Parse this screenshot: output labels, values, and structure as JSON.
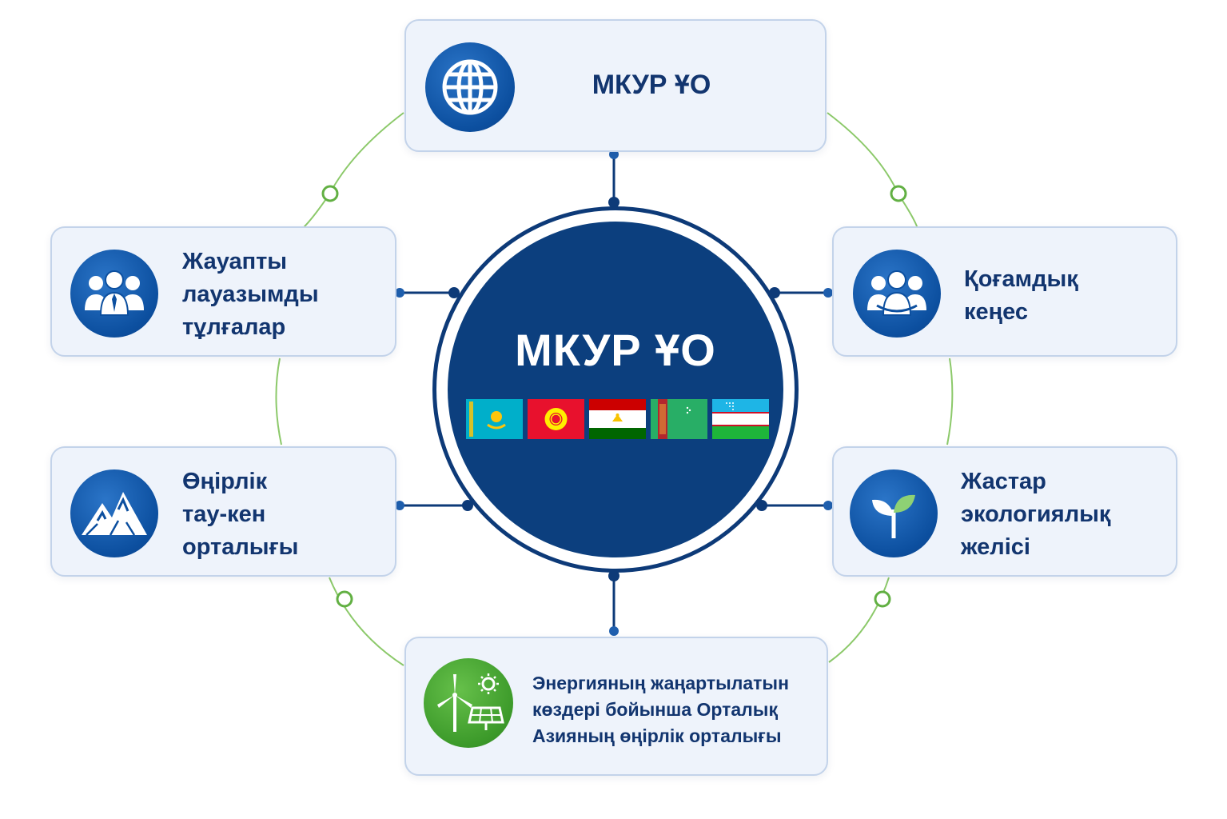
{
  "hub": {
    "title": "МКУР ҰО",
    "flags": [
      "kazakhstan-flag",
      "kyrgyzstan-flag",
      "tajikistan-flag",
      "turkmenistan-flag",
      "uzbekistan-flag"
    ]
  },
  "cards": {
    "top": {
      "label": "МКУР ҰО",
      "icon": "globe-icon"
    },
    "left_upper": {
      "label": "Жауапты\nлауазымды\nтұлғалар",
      "icon": "officials-group-icon"
    },
    "right_upper": {
      "label": "Қоғамдық\nкеңес",
      "icon": "public-council-icon"
    },
    "left_lower": {
      "label": "Өңірлік\nтау-кен\nорталығы",
      "icon": "mountains-icon"
    },
    "right_lower": {
      "label": "Жастар\nэкологиялық\nжелісі",
      "icon": "sprout-icon"
    },
    "bottom": {
      "label": "Энергияның жаңартылатын\nкөздері бойынша Орталық\nАзияның өңірлік орталығы",
      "icon": "wind-solar-icon"
    }
  },
  "colors": {
    "navy": "#0c3f7e",
    "text": "#12356f",
    "card_bg": "#eef3fb",
    "card_border": "#c3d3ea",
    "connector_blue": "#1f5fae",
    "ring_green": "#8cc96a",
    "renewable_green": "#3c9a2a"
  }
}
